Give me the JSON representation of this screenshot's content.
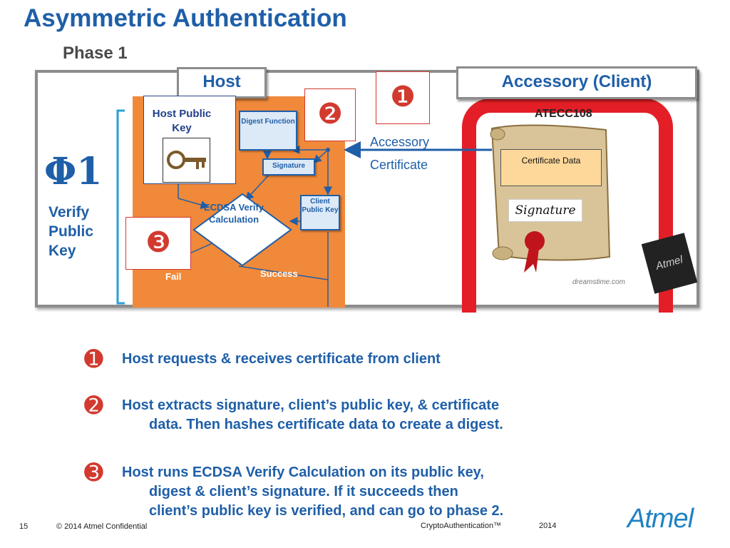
{
  "title": "Asymmetric Authentication",
  "subtitle": "Phase 1",
  "diagram": {
    "host_label": "Host",
    "accessory_label": "Accessory (Client)",
    "marker_1": "❶",
    "marker_2": "❷",
    "marker_3": "❸",
    "host_public_key": "Host Public Key",
    "digest_function": "Digest Function",
    "signature": "Signature",
    "client_public_key": "Client Public Key",
    "ecdsa": "ECDSA Verify Calculation",
    "fail": "Fail",
    "success": "Success",
    "accessory_certificate_line1": "Accessory",
    "accessory_certificate_line2": "Certificate",
    "chip_name": "ATECC108",
    "certificate_data": "Certificate Data",
    "signature_image": "Signature",
    "watermark": "dreamstime.com",
    "chip_logo": "Atmel",
    "phase_symbol": "Φ1",
    "phase_caption_1": "Verify",
    "phase_caption_2": "Public",
    "phase_caption_3": "Key"
  },
  "bullets": [
    {
      "num": "➊",
      "line1": "Host  requests & receives certificate from client",
      "line2": "",
      "line3": ""
    },
    {
      "num": "➋",
      "line1": "Host extracts signature, client’s public key,  & certificate",
      "line2": "data.  Then hashes certificate data to create a digest.",
      "line3": ""
    },
    {
      "num": "➌",
      "line1": "Host runs ECDSA Verify Calculation on its public key,",
      "line2": "digest & client’s signature.  If it succeeds then",
      "line3": "client’s public key is verified, and can go  to phase 2."
    }
  ],
  "footer": {
    "page_number": "15",
    "copyright": "© 2014 Atmel Confidential",
    "product": "CryptoAuthentication™",
    "year": "2014",
    "logo": "Atmel"
  },
  "colors": {
    "accent_blue": "#1f5fa8",
    "orange": "#f0893a",
    "red": "#e41e26",
    "marker_red": "#d23a2f"
  }
}
